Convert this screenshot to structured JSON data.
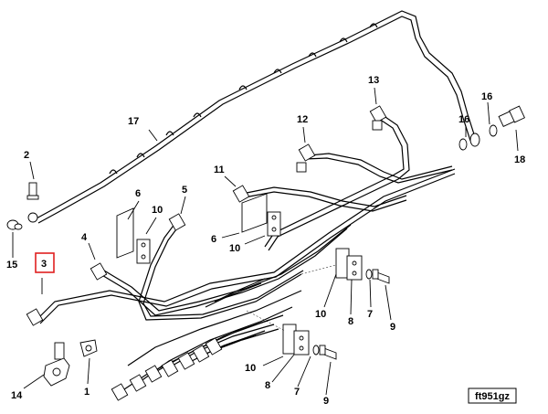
{
  "diagram": {
    "figure_code": "ft951gz",
    "highlighted_callout": "3",
    "callouts": [
      "1",
      "2",
      "3",
      "4",
      "5",
      "6",
      "6",
      "7",
      "7",
      "8",
      "8",
      "9",
      "9",
      "10",
      "10",
      "10",
      "10",
      "11",
      "12",
      "13",
      "14",
      "15",
      "16",
      "16",
      "17",
      "18"
    ]
  }
}
